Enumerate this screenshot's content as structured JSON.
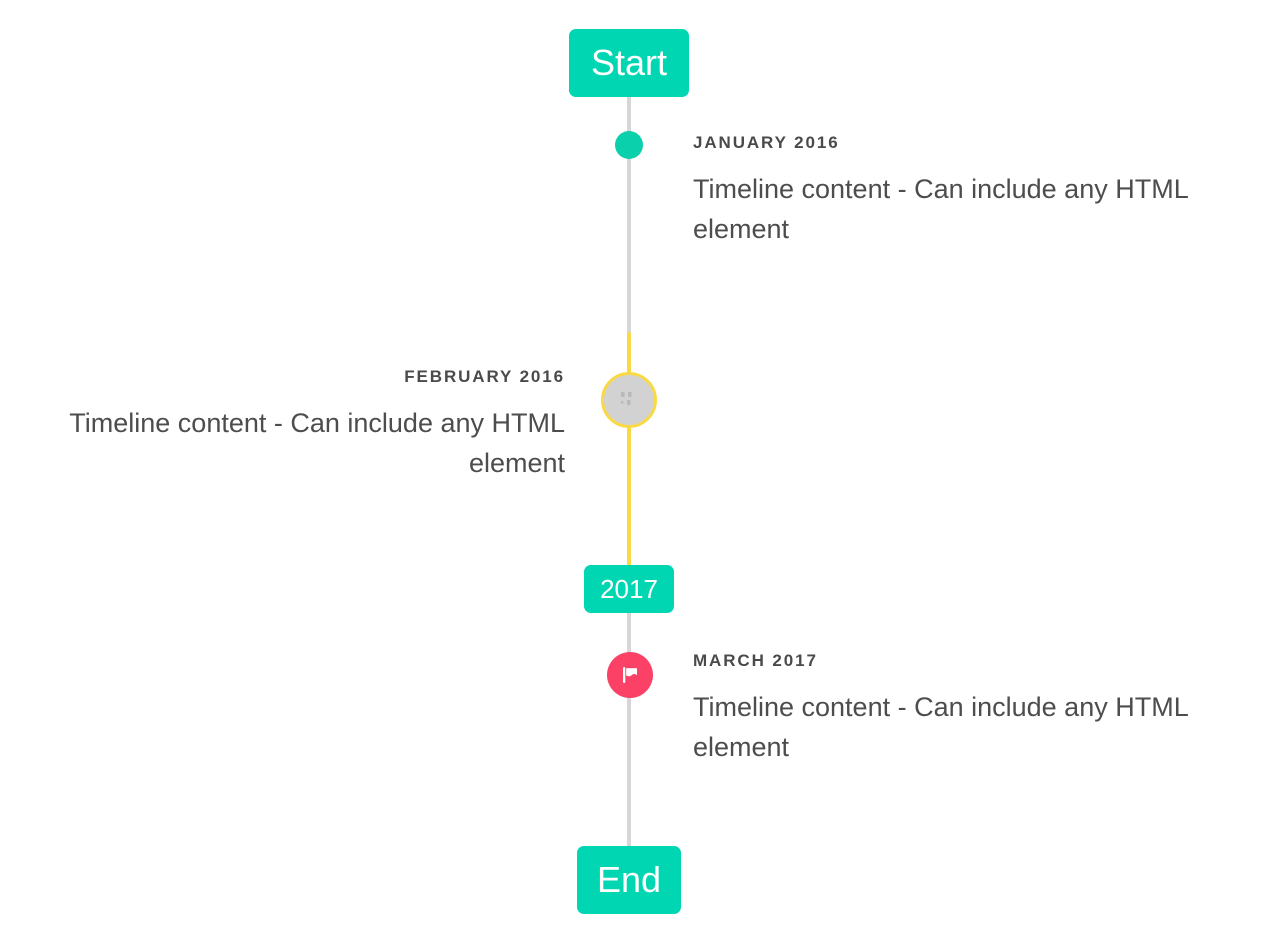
{
  "colors": {
    "accent_teal": "#00d6b2",
    "marker_teal": "#0ad0ac",
    "line_grey": "#d6d6d6",
    "line_yellow": "#fada44",
    "marker_grey": "#d2d2d2",
    "marker_pink": "#fb4266",
    "text_dark": "#4a4a4a",
    "background": "#ffffff"
  },
  "caps": {
    "start_label": "Start",
    "year_label": "2017",
    "end_label": "End"
  },
  "entries": [
    {
      "date": "January 2016",
      "body": "Timeline content - Can include any HTML element",
      "side": "right",
      "marker": "dot-teal"
    },
    {
      "date": "February 2016",
      "body": "Timeline content - Can include any HTML element",
      "side": "left",
      "marker": "broken-image-icon"
    },
    {
      "date": "March 2017",
      "body": "Timeline content - Can include any HTML element",
      "side": "right",
      "marker": "flag-icon"
    }
  ]
}
